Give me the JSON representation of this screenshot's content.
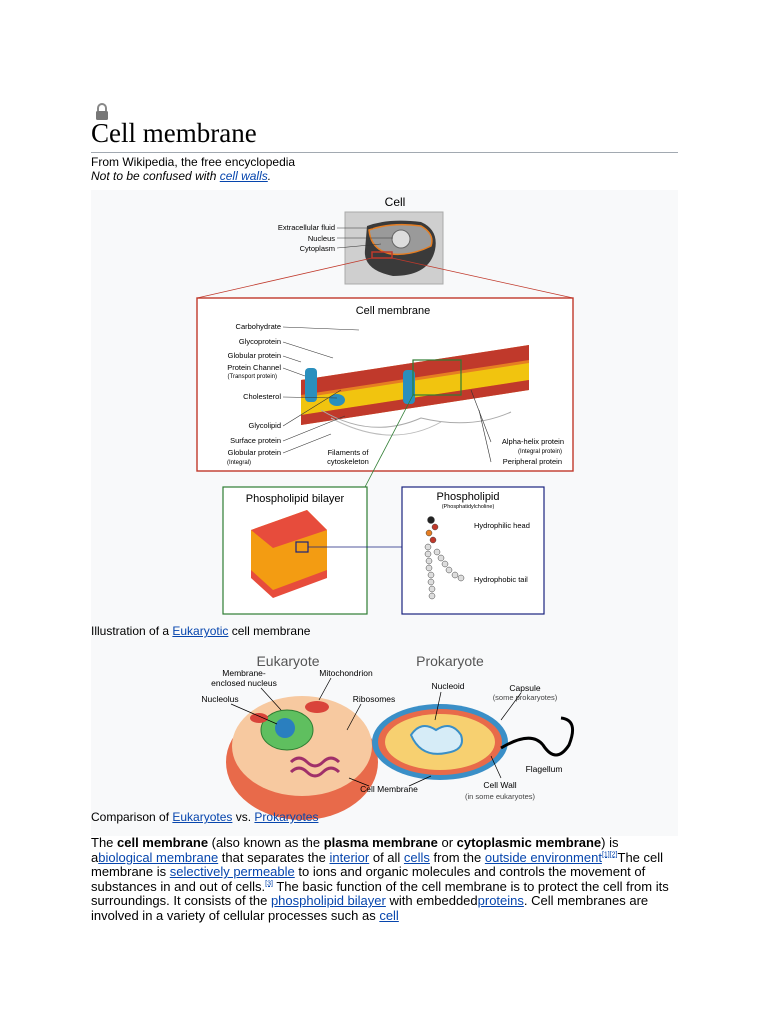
{
  "article": {
    "title": "Cell membrane",
    "tagline": "From Wikipedia, the free encyclopedia",
    "hatnote_prefix": "Not to be confused with ",
    "hatnote_link": "cell walls",
    "hatnote_suffix": "."
  },
  "figure1": {
    "cell_title": "Cell",
    "cell_labels": [
      "Extracellular fluid",
      "Nucleus",
      "Cytoplasm"
    ],
    "membrane_title": "Cell membrane",
    "membrane_labels_left": [
      "Carbohydrate",
      "Glycoprotein",
      "Globular protein",
      "Protein Channel",
      "(Transport protein)",
      "Cholesterol",
      "Glycolipid",
      "Surface protein",
      "Globular protein",
      "(Integral)"
    ],
    "membrane_labels_bottom": [
      "Filaments of",
      "cytoskeleton"
    ],
    "membrane_labels_right": [
      "Alpha-helix protein",
      "(Integral protein)",
      "Peripheral protein"
    ],
    "bilayer_title": "Phospholipid bilayer",
    "phospholipid_title": "Phospholipid",
    "phospholipid_subtitle": "(Phosphatidylcholine)",
    "phospholipid_labels": [
      "Hydrophilic head",
      "Hydrophobic tail"
    ],
    "caption_prefix": "Illustration of a ",
    "caption_link": "Eukaryotic",
    "caption_suffix": " cell membrane"
  },
  "figure2": {
    "eukaryote_title": "Eukaryote",
    "prokaryote_title": "Prokaryote",
    "labels": {
      "membrane_nucleus_1": "Membrane-",
      "membrane_nucleus_2": "enclosed nucleus",
      "mitochondrion": "Mitochondrion",
      "nucleolus": "Nucleolus",
      "ribosomes": "Ribosomes",
      "nucleoid": "Nucleoid",
      "capsule": "Capsule",
      "capsule_note": "(some prokaryotes)",
      "flagellum": "Flagellum",
      "cell_wall": "Cell Wall",
      "cell_wall_note": "(in some eukaryotes)",
      "cell_membrane": "Cell Membrane"
    },
    "caption_prefix": "Comparison of ",
    "caption_link1": "Eukaryotes",
    "caption_mid": " vs. ",
    "caption_link2": "Prokaryotes"
  },
  "body": {
    "p1": "The ",
    "b1": "cell membrane",
    "p2": " (also known as the ",
    "b2": "plasma membrane",
    "p3": " or ",
    "b3": "cytoplasmic membrane",
    "p4": ") is a",
    "l1": "biological membrane",
    "p5": " that separates the ",
    "l2": "interior",
    "p6": " of all ",
    "l3": "cells",
    "p7": " from the ",
    "l4": "outside environment",
    "ref1": "[1][2]",
    "p8": "The cell membrane is ",
    "l5": "selectively permeable",
    "p9": " to ions and organic molecules and controls the movement of substances in and out of cells.",
    "ref2": "[3]",
    "p10": " The basic function of the cell membrane is to protect the cell from its surroundings. It consists of the ",
    "l6": "phospholipid bilayer",
    "p11": " with embedded",
    "l7": "proteins",
    "p12": ". Cell membranes are involved in a variety of cellular processes such as ",
    "l8": "cell"
  },
  "colors": {
    "link": "#0645ad",
    "membrane_box": "#c0392b",
    "bilayer_box": "#2e7d32",
    "phospholipid_box": "#1a237e"
  }
}
